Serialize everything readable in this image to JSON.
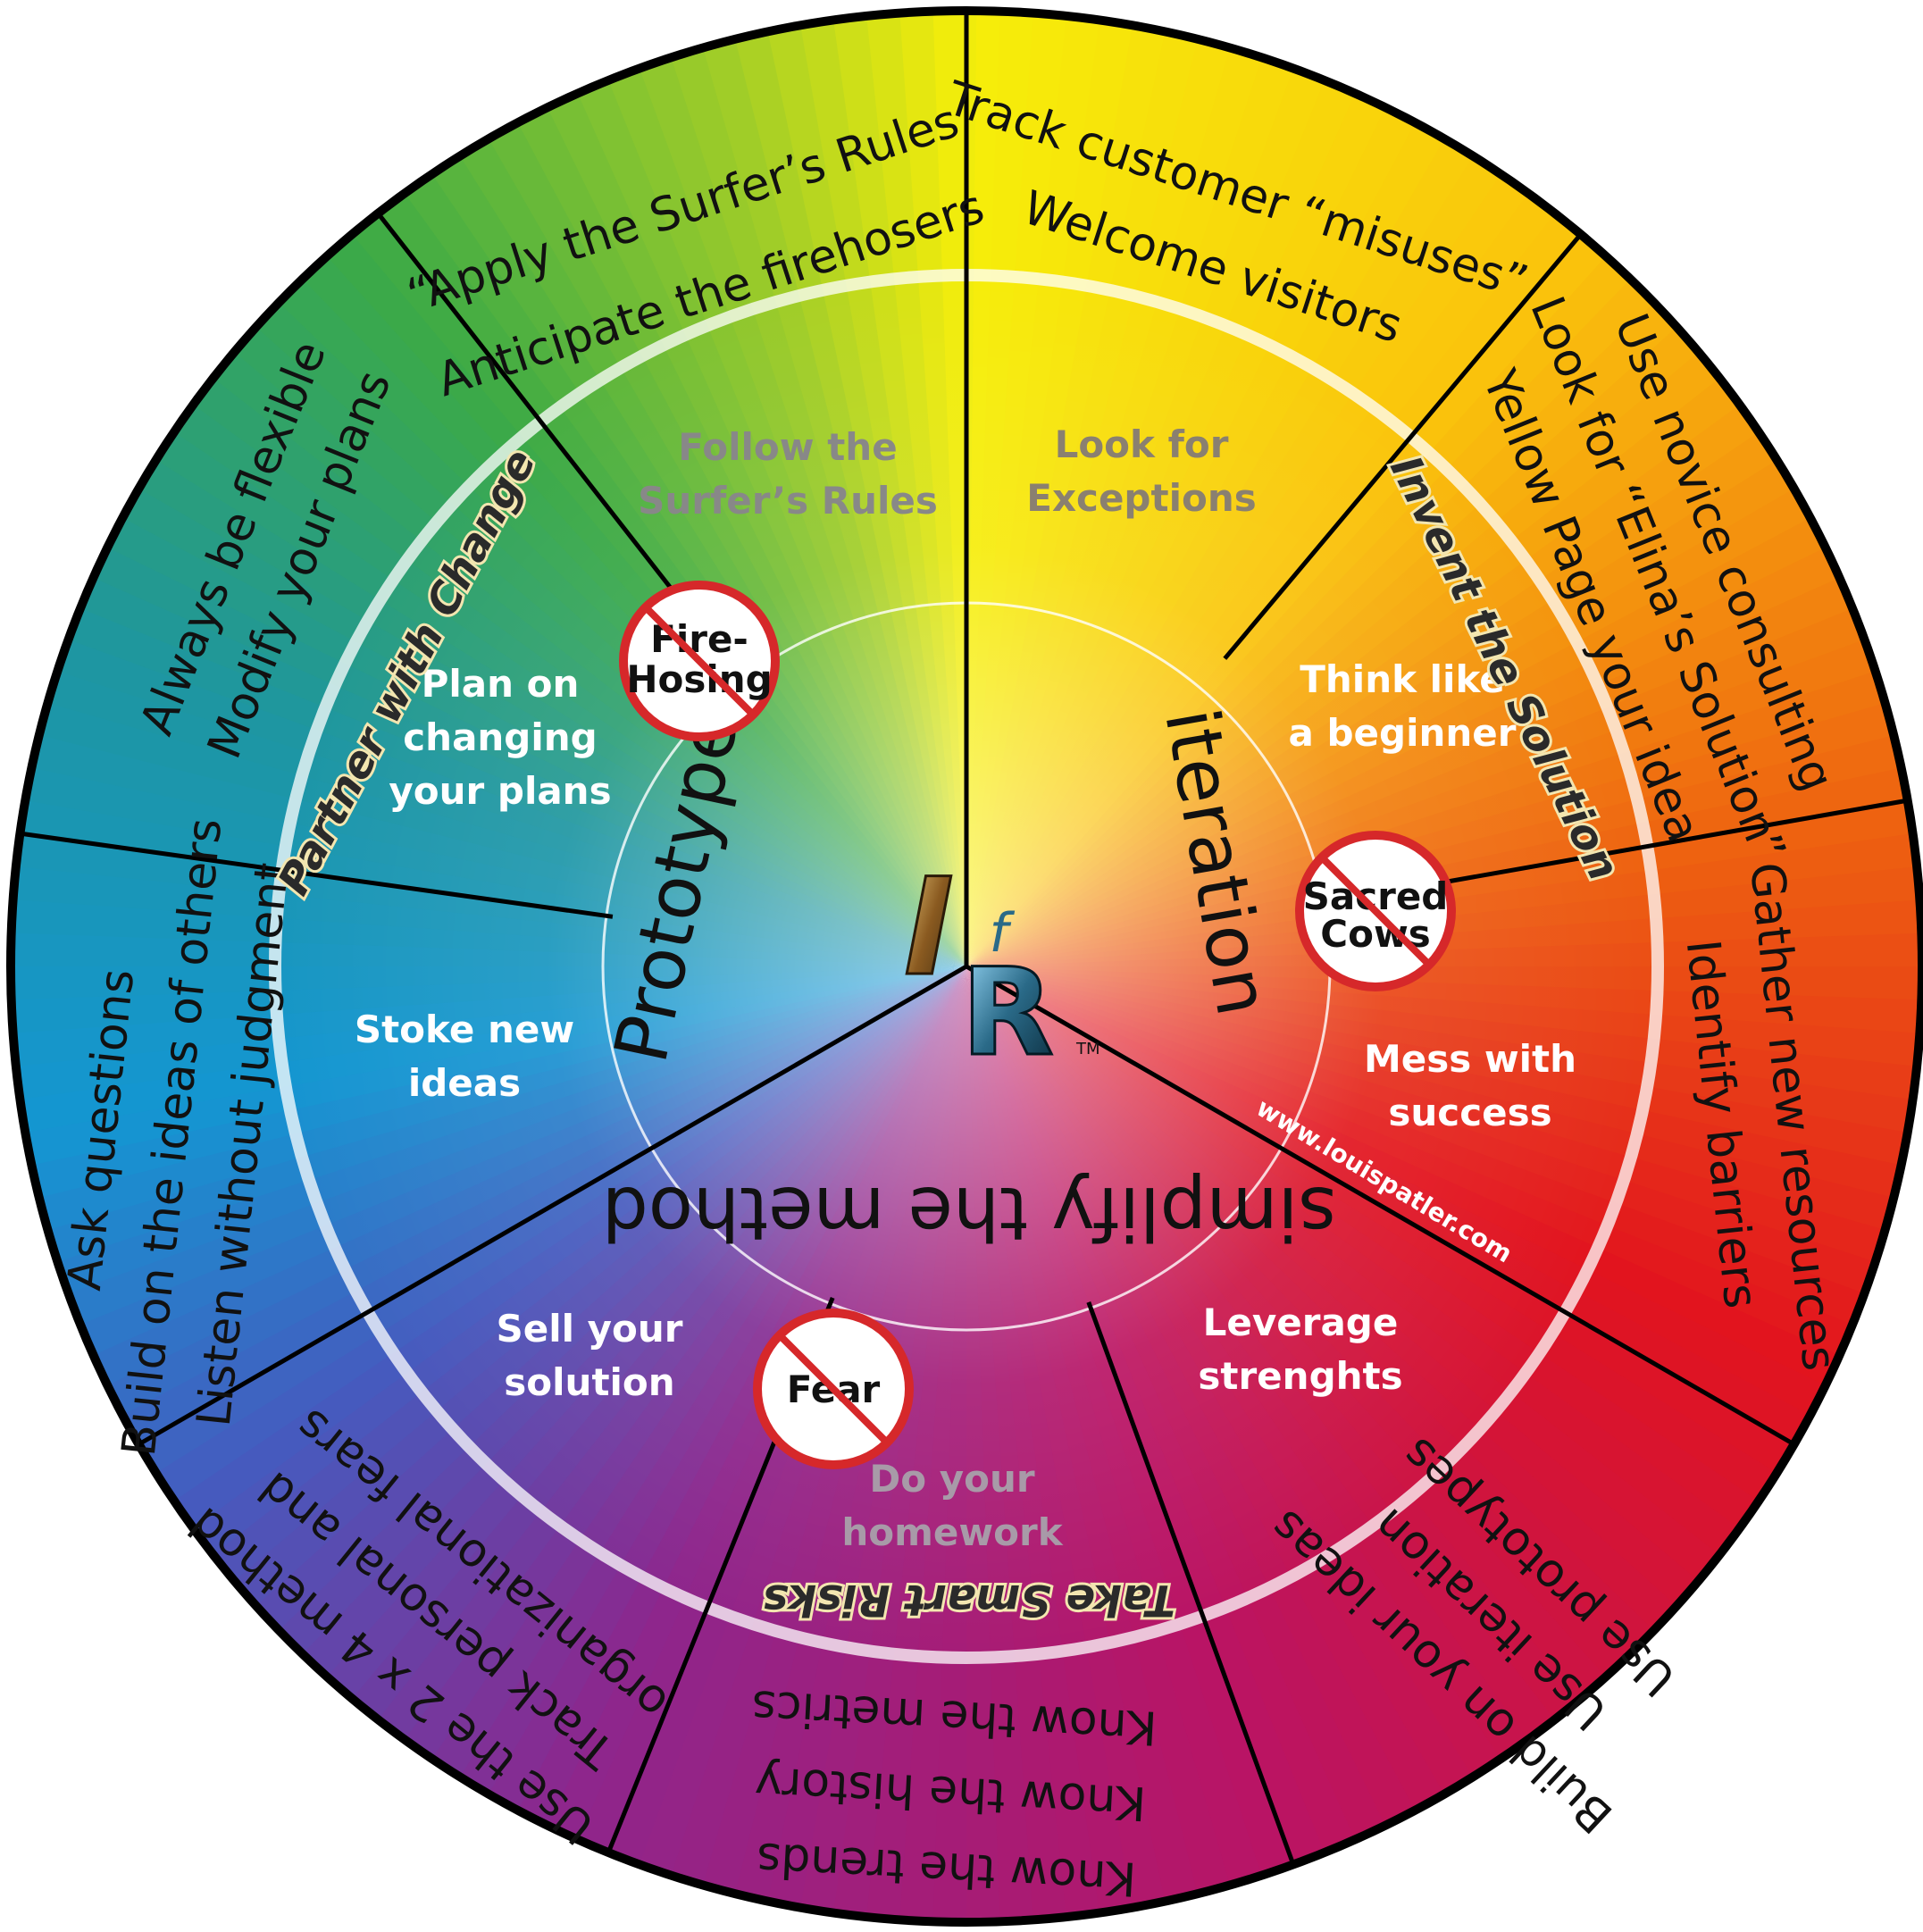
{
  "outer": [
    {
      "key": "surfer",
      "lines": [
        "“Apply the Surfer’s Rules",
        "Anticipate the firehosers"
      ]
    },
    {
      "key": "track",
      "lines": [
        "Track customer “misuses”",
        "Welcome visitors"
      ]
    },
    {
      "key": "novice",
      "lines": [
        "Use novice consulting",
        "Look for “Elina’s Solution”",
        "Yellow Page your idea"
      ]
    },
    {
      "key": "gather",
      "lines": [
        "Gather new resources",
        "Identify barriers"
      ]
    },
    {
      "key": "build",
      "lines": [
        "Build on your ideas",
        "Use iteration",
        "Use prototypes"
      ]
    },
    {
      "key": "know",
      "lines": [
        "Know the trends",
        "Know the history",
        "Know the metrics"
      ]
    },
    {
      "key": "track-fears",
      "lines": [
        "Use the 2 x 4 method",
        "Track personal and",
        "organizational fears"
      ]
    },
    {
      "key": "ask",
      "lines": [
        "Ask questions",
        "Build on the ideas of others",
        "Listen without judgment"
      ]
    },
    {
      "key": "flexible",
      "lines": [
        "Always be flexible",
        "Modify your plans"
      ]
    }
  ],
  "middle": [
    {
      "key": "follow",
      "lines": [
        "Follow the",
        "Surfer’s Rules"
      ],
      "color": "#888888"
    },
    {
      "key": "exceptions",
      "lines": [
        "Look for",
        "Exceptions"
      ],
      "color": "#8a8070"
    },
    {
      "key": "beginner",
      "lines": [
        "Think like",
        "a beginner"
      ],
      "color": "#ffffff"
    },
    {
      "key": "mess",
      "lines": [
        "Mess with",
        "success"
      ],
      "color": "#ffffff"
    },
    {
      "key": "leverage",
      "lines": [
        "Leverage",
        "strenghts"
      ],
      "color": "#ffffff"
    },
    {
      "key": "homework",
      "lines": [
        "Do your",
        "homework"
      ],
      "color": "#a89aa8"
    },
    {
      "key": "sell",
      "lines": [
        "Sell your",
        "solution"
      ],
      "color": "#ffffff"
    },
    {
      "key": "stoke",
      "lines": [
        "Stoke new",
        "ideas"
      ],
      "color": "#ffffff"
    },
    {
      "key": "plan",
      "lines": [
        "Plan on",
        "changing",
        "your plans"
      ],
      "color": "#ffffff"
    }
  ],
  "ring_labels": {
    "partner": "Partner with Change",
    "invent": "Invent the Solution",
    "risks": "Take Smart Risks"
  },
  "method_words": {
    "prototype": "Prototype",
    "iteration": "iteration",
    "simplify": "simplify the method"
  },
  "no_signs": {
    "firehosing": [
      "Fire-",
      "Hosing"
    ],
    "sacred": [
      "Sacred",
      "Cows"
    ],
    "fear": [
      "Fear"
    ]
  },
  "logo": {
    "i": "I",
    "f": "f",
    "r": "R",
    "tm": "TM"
  },
  "website": "www.louispatler.com"
}
